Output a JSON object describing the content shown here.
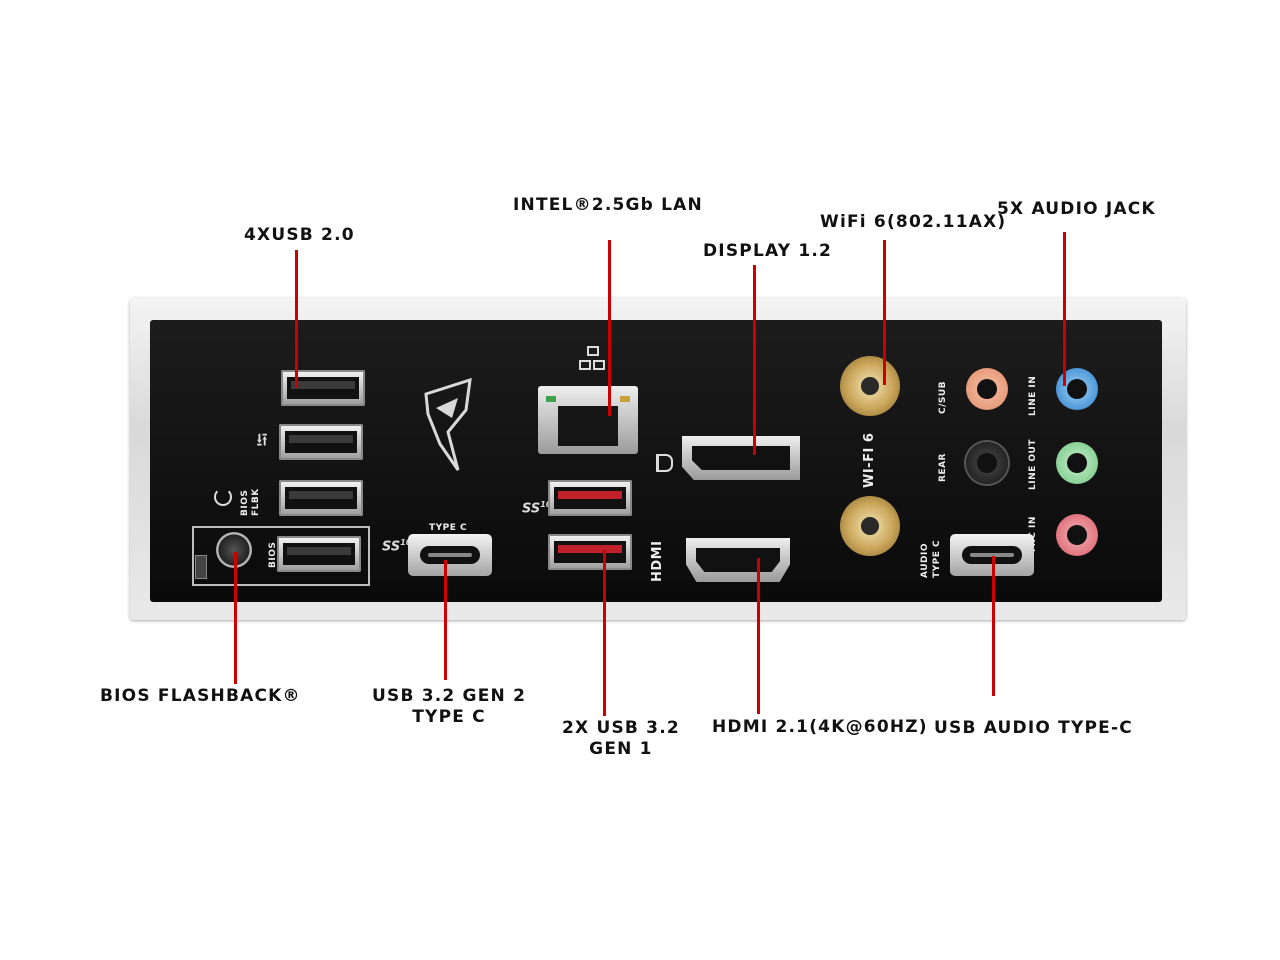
{
  "callouts": {
    "usb20": "4XUSB 2.0",
    "lan": "INTEL®2.5Gb LAN",
    "display": "DISPLAY 1.2",
    "wifi": "WiFi 6(802.11AX)",
    "audio_jack": "5X AUDIO JACK",
    "bios_flashback": "BIOS FLASHBACK®",
    "usb32_gen2_line1": "USB 3.2 GEN 2",
    "usb32_gen2_line2": "TYPE C",
    "usb32_gen1_line1": "2X USB 3.2",
    "usb32_gen1_line2": "GEN 1",
    "hdmi21": "HDMI 2.1(4K@60HZ)",
    "usb_audio": "USB AUDIO TYPE-C"
  },
  "panel_labels": {
    "bios_flbk_1": "BIOS",
    "bios_flbk_2": "FLBK",
    "bios": "BIOS",
    "type_c": "TYPE C",
    "hdmi": "HDMI",
    "wifi6": "WI-FI 6",
    "c_sub": "C/SUB",
    "rear": "REAR",
    "audio_type_c_1": "AUDIO",
    "audio_type_c_2": "TYPE C",
    "line_in": "LINE IN",
    "line_out": "LINE OUT",
    "mic_in": "MIC IN",
    "ss10_a": "10",
    "ss10_b": "10"
  },
  "colors": {
    "callout_line": "#cc0000",
    "jack_line_in": "#3a8fd6",
    "jack_line_out": "#8fd39a",
    "jack_mic_in": "#e0707a",
    "jack_c_sub": "#f0a98a",
    "jack_rear": "#2b2b2b"
  }
}
